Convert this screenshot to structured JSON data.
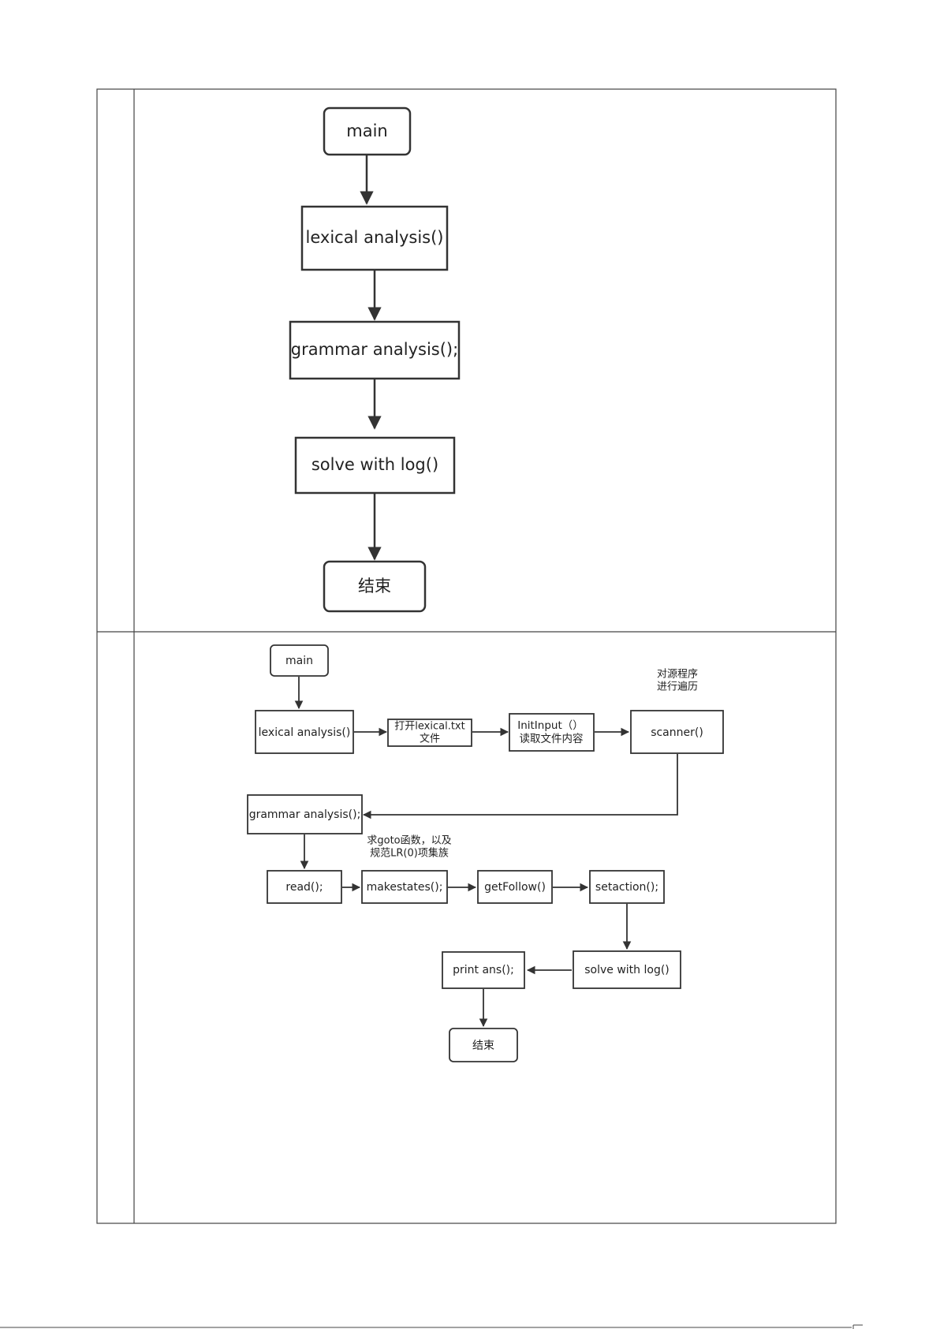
{
  "flowchart_1": {
    "nodes": {
      "main": "main",
      "lexical": "lexical analysis()",
      "grammar": "grammar analysis();",
      "solve": "solve with log()",
      "end": "结束"
    }
  },
  "flowchart_2": {
    "nodes": {
      "main": "main",
      "lexical": "lexical analysis()",
      "open_file_line1": "打开lexical.txt",
      "open_file_line2": "文件",
      "init_input_line1": "InitInput（）",
      "init_input_line2": "读取文件内容",
      "scanner": "scanner()",
      "grammar": "grammar analysis();",
      "read": "read();",
      "makestates": "makestates();",
      "getfollow": "getFollow()",
      "setaction": "setaction();",
      "solve": "solve with log()",
      "print_ans": "print ans();",
      "end": "结束"
    },
    "notes": {
      "traverse_line1": "对源程序",
      "traverse_line2": "进行遍历",
      "goto_line1": "求goto函数，以及",
      "goto_line2": "规范LR(0)项集族"
    }
  },
  "colors": {
    "stroke": "#333333",
    "text": "#222222",
    "background": "#ffffff"
  }
}
